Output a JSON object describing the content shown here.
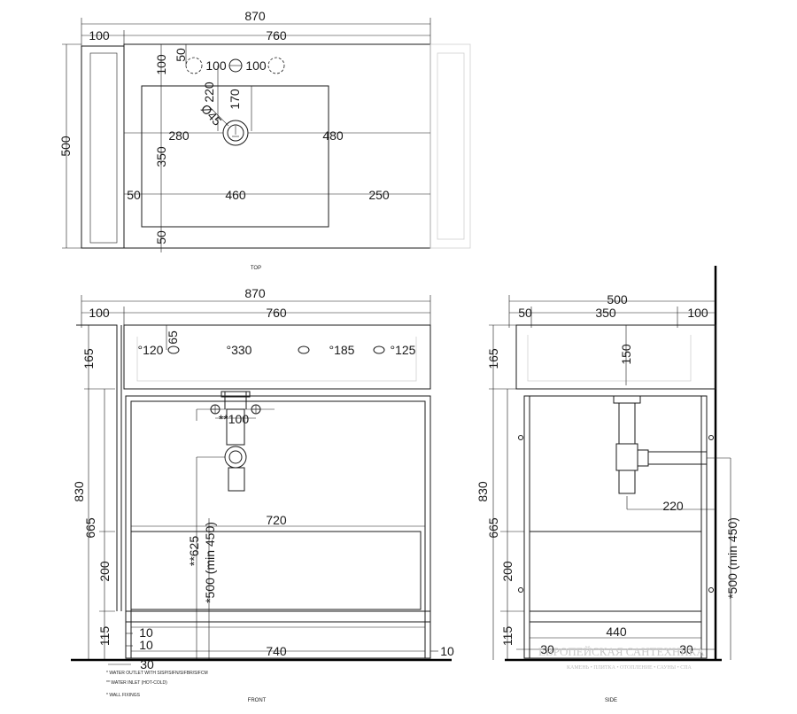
{
  "views": {
    "top": {
      "caption": "TOP",
      "dims": {
        "overall_width": "870",
        "wall_offset": "100",
        "basin_width": "760",
        "depth": "500",
        "tap_offset": "50",
        "tap_spacing_left": "100",
        "tap_spacing_right": "100",
        "edge_to_bowl": "100",
        "bowl_to_drain": "220",
        "drain_to_center": "170",
        "drain_diameter": "Ø45",
        "drain_left": "280",
        "drain_right": "480",
        "bowl_depth": "350",
        "bowl_left_margin": "50",
        "bowl_width": "460",
        "bowl_right_margin": "250",
        "bowl_bottom_margin": "50"
      }
    },
    "front": {
      "caption": "FRONT",
      "dims": {
        "overall_width": "870",
        "wall_offset": "100",
        "basin_width": "760",
        "hole_top": "65",
        "hole_1": "°120",
        "hole_2": "°330",
        "hole_3": "°185",
        "hole_4": "°125",
        "basin_height": "165",
        "total_height": "830",
        "cabinet_height": "665",
        "shelf_height": "200",
        "foot_height": "115",
        "gap_1": "10",
        "gap_2": "10",
        "base_offset": "30",
        "inlet_spacing": "**100",
        "outlet_height": "**625",
        "wall_fix_height": "*500 (min 450)",
        "inner_width": "720",
        "base_width": "740",
        "side_gap": "10"
      },
      "notes": [
        "* WATER OUTLET WITH SISP/SIFN/SIFBR/SIFCM",
        "** WATER INLET  (HOT-COLD)",
        "* WALL FIXINGS"
      ]
    },
    "side": {
      "caption": "SIDE",
      "dims": {
        "overall_depth": "500",
        "front_margin": "50",
        "inner_depth": "350",
        "back_margin": "100",
        "basin_height": "165",
        "drain_depth": "150",
        "total_height": "830",
        "cabinet_height": "665",
        "shelf_height": "200",
        "foot_height": "115",
        "trap_offset": "220",
        "wall_fix_height": "*500 (min 450)",
        "base_depth": "440",
        "front_offset": "30",
        "back_offset": "30"
      }
    }
  },
  "watermark": {
    "title": "ЕВРОПЕЙСКАЯ САНТЕХНИКА",
    "tagline": "КАМЕНЬ • ПЛИТКА • ОТОПЛЕНИЕ • САУНЫ • СПА"
  }
}
